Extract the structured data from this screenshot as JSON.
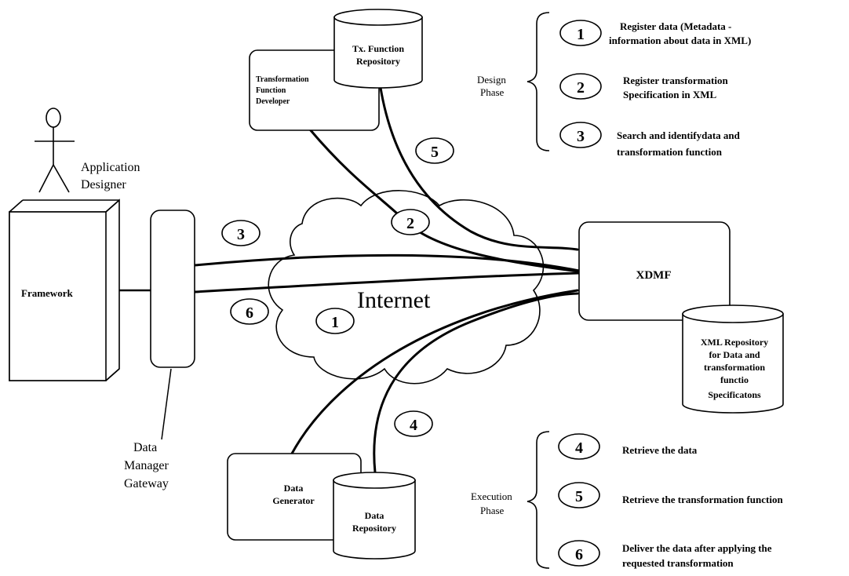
{
  "actors": {
    "application_designer": [
      "Application",
      "Designer"
    ]
  },
  "boxes": {
    "framework": "Framework",
    "data_manager_gateway": [
      "Data",
      "Manager",
      "Gateway"
    ],
    "transformation_function_developer": [
      "Transformation",
      "Function",
      "Developer"
    ],
    "xdmf": "XDMF",
    "data_generator": [
      "Data",
      "Generator"
    ]
  },
  "repositories": {
    "tx_function_repository": [
      "Tx. Function",
      "Repository"
    ],
    "xml_repository": [
      "XML Repository",
      "for Data and",
      "transformation",
      "functio",
      "Specificatons"
    ],
    "data_repository": [
      "Data",
      "Repository"
    ]
  },
  "cloud_label": "Internet",
  "flow_markers": [
    "1",
    "2",
    "3",
    "4",
    "5",
    "6"
  ],
  "design_phase": {
    "label": [
      "Design",
      "Phase"
    ],
    "steps": [
      {
        "num": "1",
        "text": [
          "Register data (Metadata -",
          "information about data in XML)"
        ]
      },
      {
        "num": "2",
        "text": [
          "Register transformation",
          "Specification in XML"
        ]
      },
      {
        "num": "3",
        "text": [
          "Search and identifydata and",
          "transformation function"
        ]
      }
    ]
  },
  "execution_phase": {
    "label": [
      "Execution",
      "Phase"
    ],
    "steps": [
      {
        "num": "4",
        "text": [
          "Retrieve the data"
        ]
      },
      {
        "num": "5",
        "text": [
          "Retrieve the transformation function"
        ]
      },
      {
        "num": "6",
        "text": [
          "Deliver the data after applying the",
          "requested transformation"
        ]
      }
    ]
  }
}
